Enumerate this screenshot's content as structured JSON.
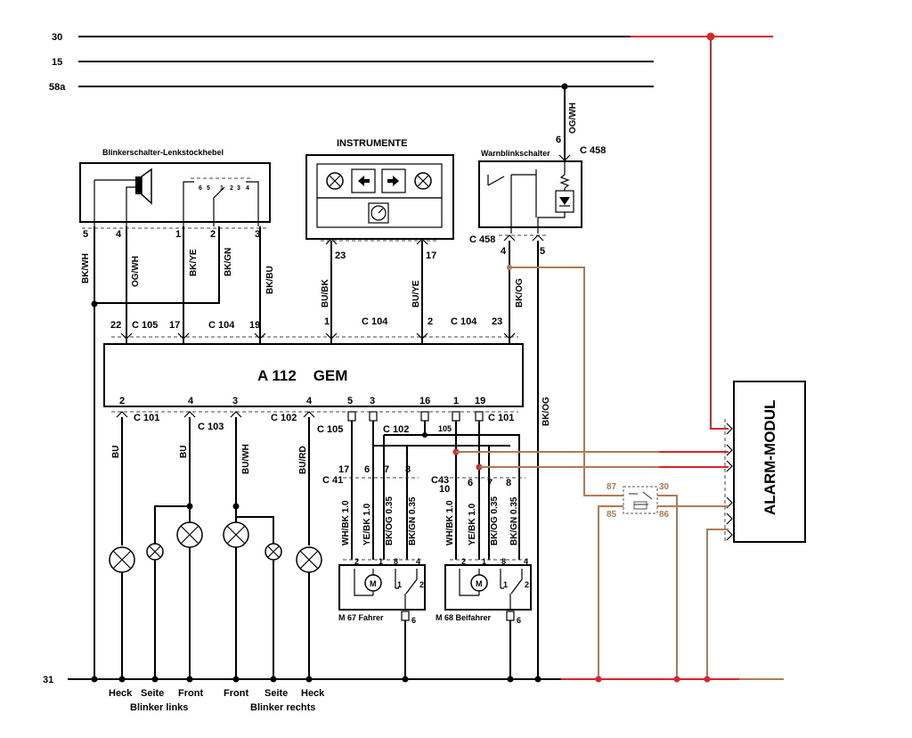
{
  "colors": {
    "wire": "#000000",
    "alarm_power": "#d9262a",
    "alarm_signal": "#b07a55"
  },
  "rails": {
    "r30": "30",
    "r15": "15",
    "r58a": "58a",
    "r31": "31"
  },
  "blinkerschalter": {
    "title": "Blinkerschalter-Lenkstockhebel",
    "pins": {
      "p5": "5",
      "p4": "4",
      "p1": "1",
      "p2": "2",
      "p3": "3"
    },
    "inner_pins": {
      "i6": "6",
      "i5": "5",
      "i1": "1",
      "i2": "2",
      "i3": "3",
      "i4": "4"
    },
    "wires": {
      "w1": "BK/WH",
      "w2": "OG/WH",
      "w3": "BK/YE",
      "w4": "BK/GN",
      "w5": "BK/BU"
    }
  },
  "instrumente": {
    "title": "INSTRUMENTE",
    "pins": {
      "p23": "23",
      "p17": "17"
    },
    "wires": {
      "w1": "BU/BK",
      "w2": "BU/YE"
    }
  },
  "warnblinkschalter": {
    "title": "Warnblinkschalter",
    "connector_top": "C 458",
    "pin_top": "6",
    "wire_top": "OG/WH",
    "connector_bottom": "C 458",
    "pins": {
      "p4": "4",
      "p5": "5"
    },
    "wire_out": "BK/OG",
    "wire_side": "BK/OG"
  },
  "gem": {
    "title": "A 112    GEM",
    "top_pins": {
      "p22": "22",
      "p17": "17",
      "p19": "19",
      "p1": "1",
      "p2": "2",
      "p23": "23"
    },
    "top_connectors": {
      "c105": "C 105",
      "c104a": "C 104",
      "c104b": "C 104",
      "c104c": "C 104"
    },
    "bottom_pins": {
      "p2": "2",
      "p4a": "4",
      "p3": "3",
      "p4b": "4",
      "p5": "5",
      "p3b": "3",
      "p16": "16",
      "p1": "1",
      "p19": "19"
    },
    "bottom_connectors": {
      "c101a": "C 101",
      "c103": "C 103",
      "c102a": "C 102",
      "c105": "C 105",
      "c102b": "C 102",
      "c101b": "C 101"
    },
    "bottom_wires": {
      "w1": "BU",
      "w2": "BU",
      "w3": "BU/WH",
      "w4": "BU/RD"
    },
    "splice": "105"
  },
  "door_left": {
    "connector": "C 41",
    "pins": {
      "p17": "17",
      "p6": "6",
      "p7": "7",
      "p8": "8"
    },
    "wires": {
      "w1": "WH/BK 1.0",
      "w2": "YE/BK 1.0",
      "w3": "BK/OG 0.35",
      "w4": "BK/GN 0.35"
    },
    "motor_pins": {
      "m2": "2",
      "m1": "1",
      "m8": "8",
      "m4": "4",
      "s1": "1",
      "s2": "2",
      "g6": "6"
    },
    "motor": "M",
    "label": "M 67 Fahrer"
  },
  "door_right": {
    "connector": "C43",
    "pins": {
      "p10": "10",
      "p6": "6",
      "p7": "7",
      "p8": "8"
    },
    "wires": {
      "w1": "WH/BK 1.0",
      "w2": "YE/BK 1.0",
      "w3": "BK/OG 0.35",
      "w4": "BK/GN 0.35"
    },
    "motor_pins": {
      "m2": "2",
      "m1": "1",
      "m8": "8",
      "m4": "4",
      "s1": "1",
      "s2": "2",
      "g6": "6"
    },
    "motor": "M",
    "label": "M 68 Beifahrer"
  },
  "relay": {
    "p87": "87",
    "p30": "30",
    "p85": "85",
    "p86": "86"
  },
  "alarm_modul": {
    "title": "ALARM-MODUL"
  },
  "lamps": {
    "heck_l": "Heck",
    "seite_l": "Seite",
    "front_l": "Front",
    "front_r": "Front",
    "seite_r": "Seite",
    "heck_r": "Heck",
    "group_left": "Blinker links",
    "group_right": "Blinker rechts"
  }
}
